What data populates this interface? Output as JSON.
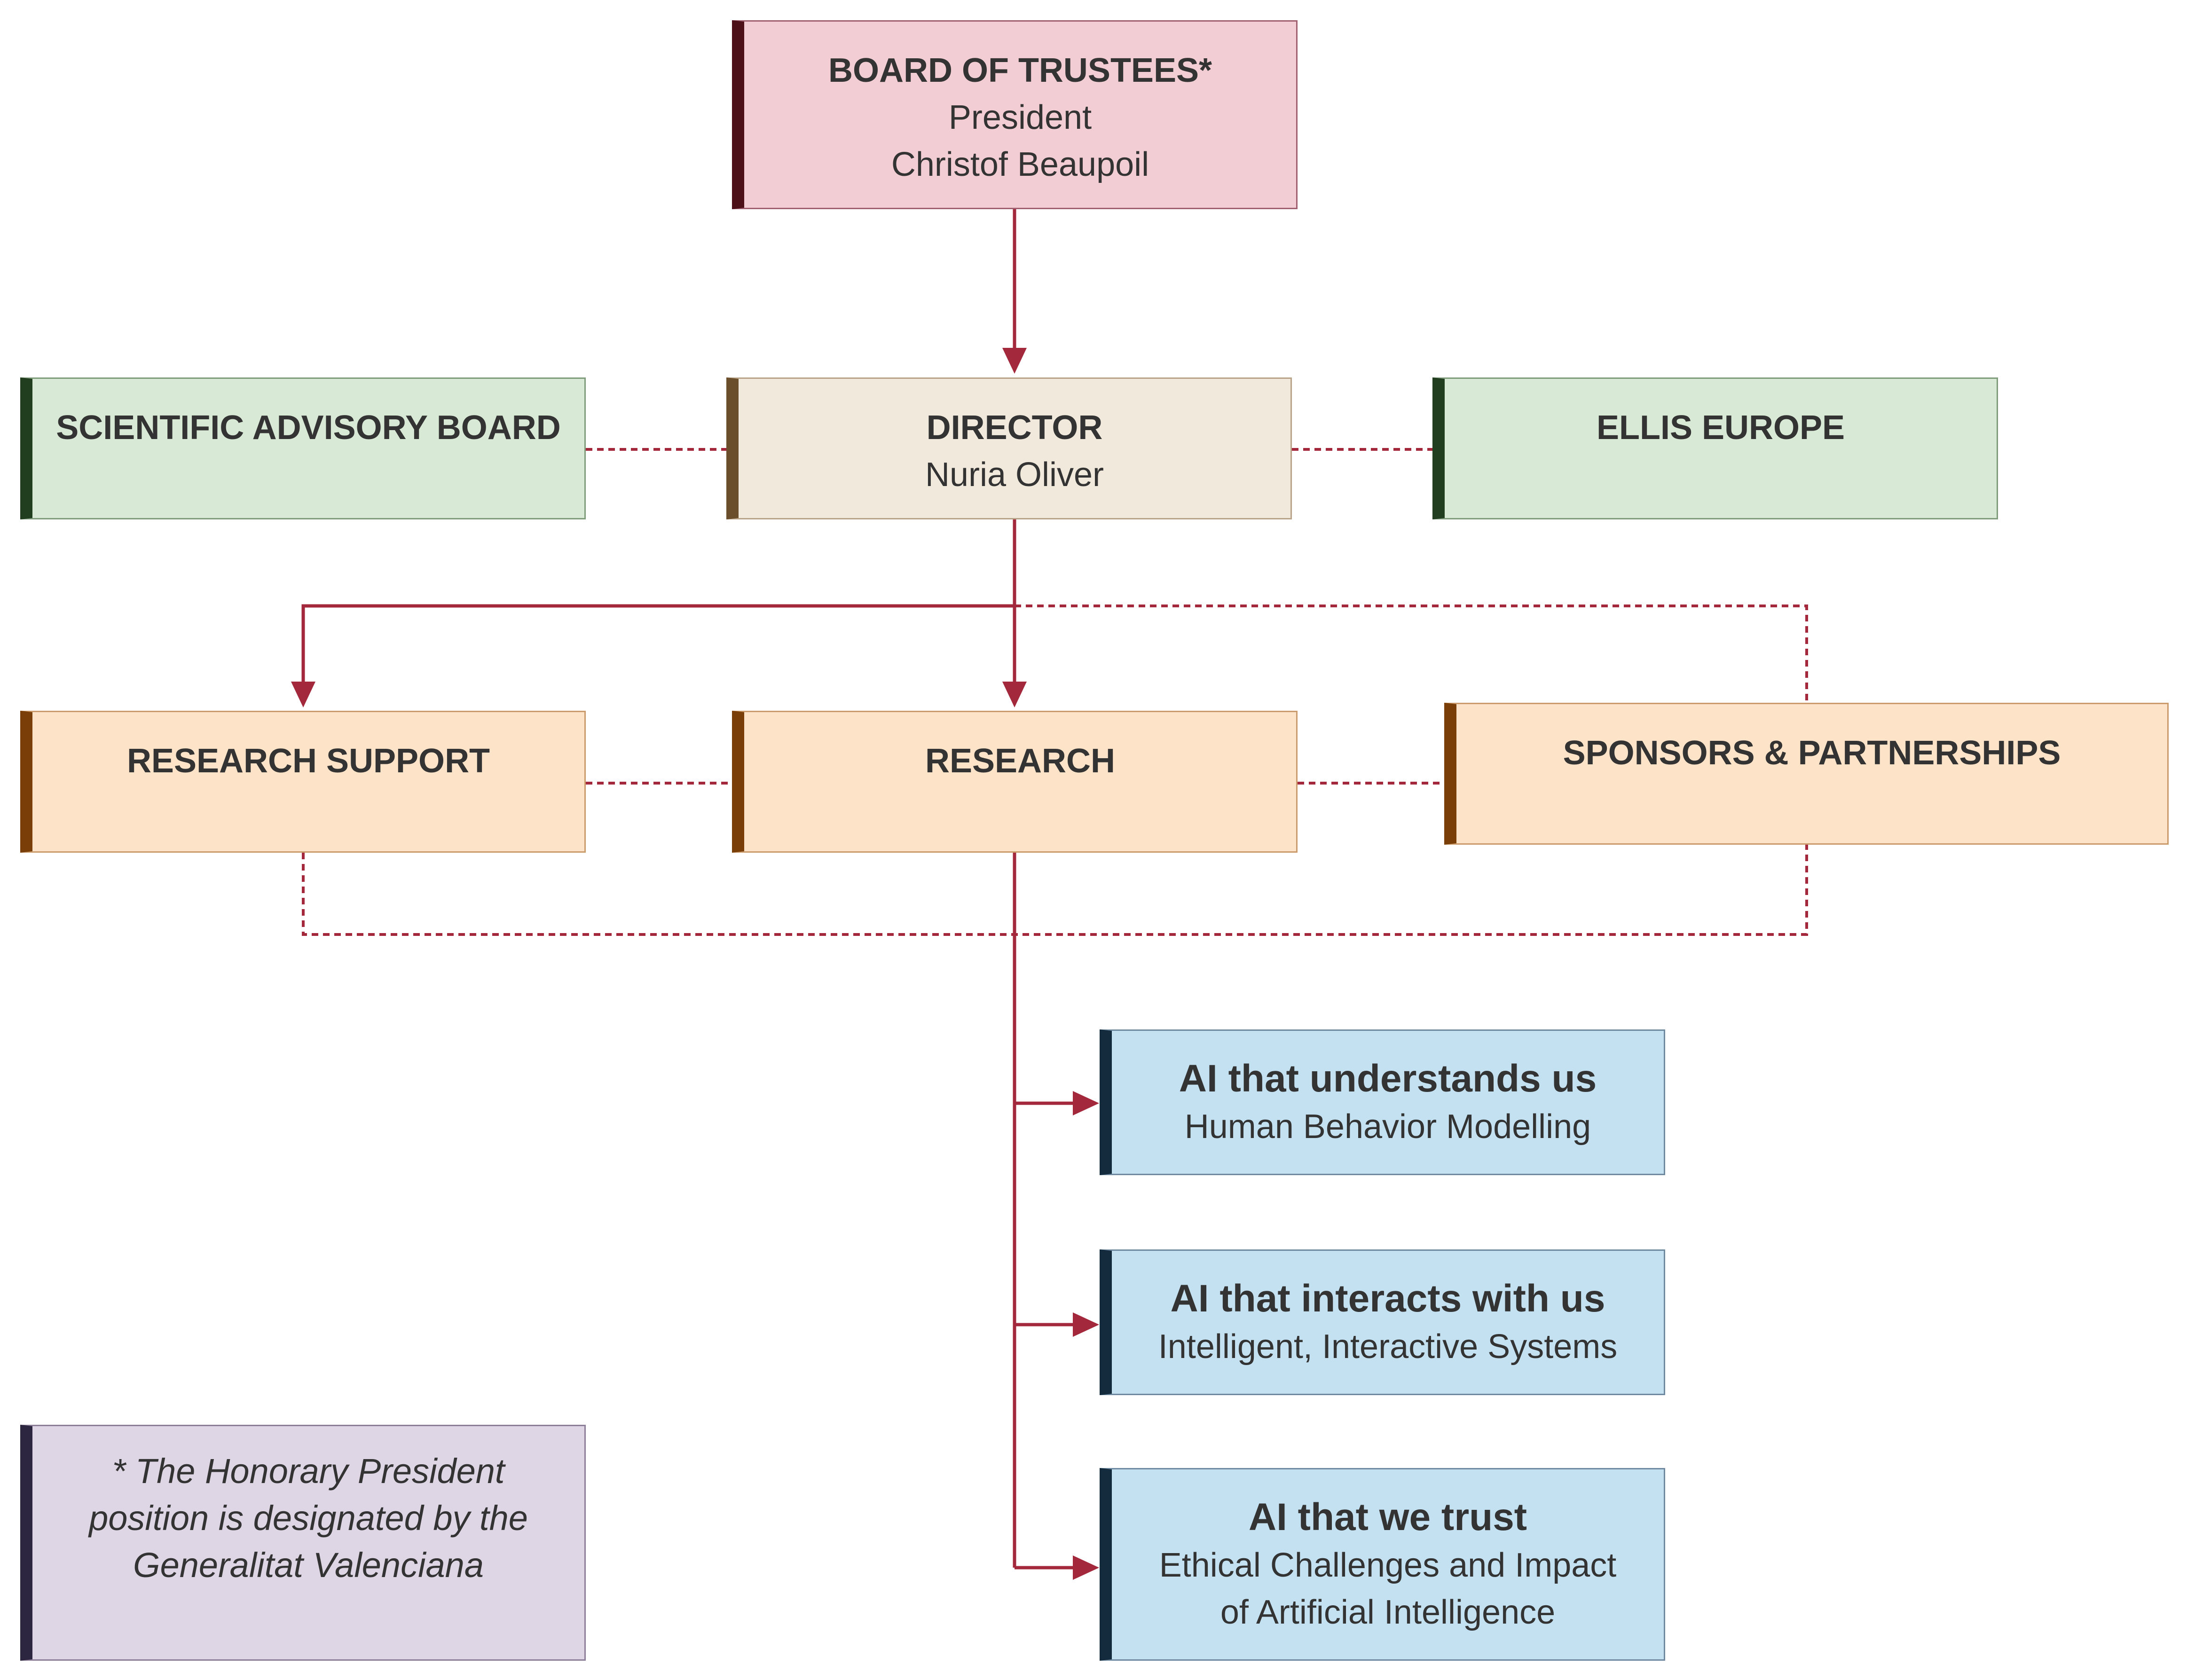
{
  "colors": {
    "connector": "#a3283b",
    "board_fill": "#f2cdd3",
    "advisory_fill": "#d8e9d5",
    "director_fill": "#f1e9dc",
    "operations_fill": "#fde3c8",
    "research_area_fill": "#c4e1f1",
    "note_fill": "#ded6e5"
  },
  "board": {
    "title": "BOARD OF TRUSTEES*",
    "role": "President",
    "person": "Christof Beaupoil"
  },
  "advisory": {
    "title": "SCIENTIFIC ADVISORY BOARD"
  },
  "director": {
    "title": "DIRECTOR",
    "person": "Nuria Oliver"
  },
  "ellis": {
    "title": "ELLIS EUROPE"
  },
  "research_support": {
    "title": "RESEARCH SUPPORT"
  },
  "research": {
    "title": "RESEARCH"
  },
  "sponsors": {
    "title": "SPONSORS & PARTNERSHIPS"
  },
  "research_areas": [
    {
      "title": "AI that understands us",
      "lines": [
        "Human Behavior Modelling"
      ]
    },
    {
      "title": "AI that interacts with us",
      "lines": [
        "Intelligent, Interactive Systems"
      ]
    },
    {
      "title": "AI that we trust",
      "lines": [
        "Ethical Challenges and Impact",
        "of Artificial Intelligence"
      ]
    }
  ],
  "note": {
    "lines": [
      "* The Honorary President",
      "position is designated by the",
      "Generalitat Valenciana"
    ]
  }
}
